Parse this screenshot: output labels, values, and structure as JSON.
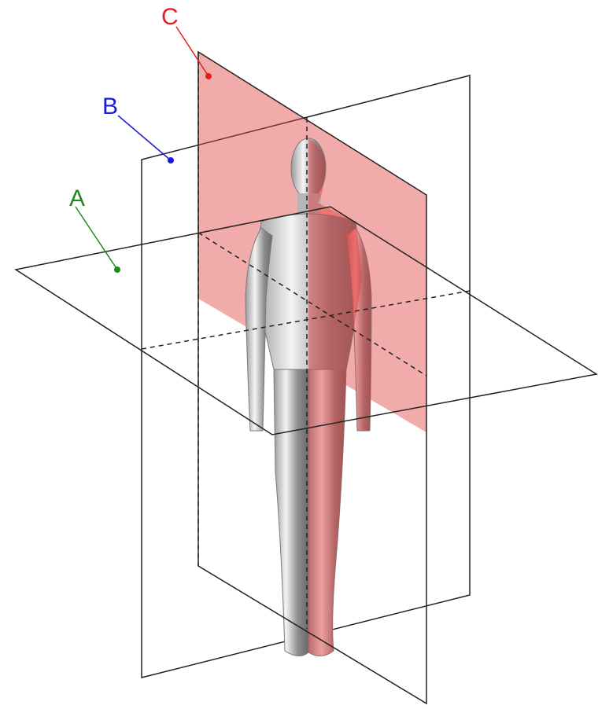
{
  "planes": [
    {
      "label": "A",
      "color": "#1d8a1d",
      "dot_color": "#1d8a1d"
    },
    {
      "label": "B",
      "color": "#1a1adb",
      "dot_color": "#1a1adb"
    },
    {
      "label": "C",
      "color": "#e02020",
      "dot_color": "#e02020"
    }
  ]
}
